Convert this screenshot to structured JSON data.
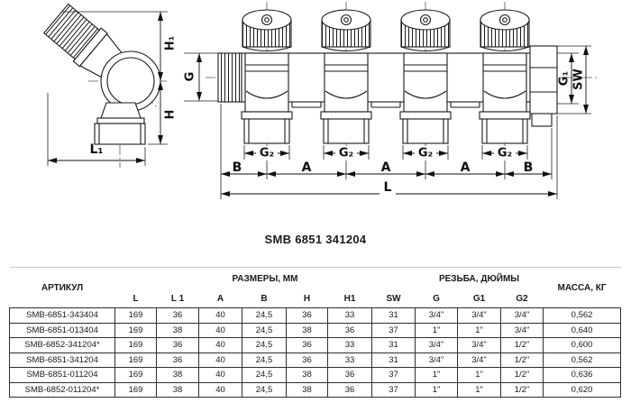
{
  "title": "SMB 6851 341204",
  "drawing": {
    "valve": {
      "dim_h1": "H₁",
      "dim_h": "H",
      "dim_l1": "L₁"
    },
    "manifold": {
      "dim_g": "G",
      "dim_g1": "G₁",
      "dim_sw": "SW",
      "outlets": [
        "G₂",
        "G₂",
        "G₂",
        "G₂"
      ],
      "dim_b_left": "B",
      "dim_a1": "A",
      "dim_a2": "A",
      "dim_a3": "A",
      "dim_b_right": "B",
      "dim_l": "L"
    }
  },
  "table": {
    "article_header": "АРТИКУЛ",
    "dims_group": "РАЗМЕРЫ, ММ",
    "thread_group": "РЕЗЬБА, ДЮЙМЫ",
    "mass_header": "МАССА, КГ",
    "dim_columns": [
      "L",
      "L 1",
      "A",
      "B",
      "H",
      "H1",
      "SW"
    ],
    "thread_columns": [
      "G",
      "G1",
      "G2"
    ],
    "rows": [
      {
        "article": "SMB-6851-343404",
        "L": "169",
        "L1": "36",
        "A": "40",
        "B": "24,5",
        "H": "36",
        "H1": "33",
        "SW": "31",
        "G": "3/4\"",
        "G1": "3/4\"",
        "G2": "3/4\"",
        "mass": "0,562"
      },
      {
        "article": "SMB-6851-013404",
        "L": "169",
        "L1": "38",
        "A": "40",
        "B": "24,5",
        "H": "38",
        "H1": "36",
        "SW": "37",
        "G": "1\"",
        "G1": "1\"",
        "G2": "3/4\"",
        "mass": "0,640"
      },
      {
        "article": "SMB-6852-341204*",
        "L": "169",
        "L1": "36",
        "A": "40",
        "B": "24,5",
        "H": "36",
        "H1": "33",
        "SW": "31",
        "G": "3/4\"",
        "G1": "3/4\"",
        "G2": "1/2\"",
        "mass": "0,600"
      },
      {
        "article": "SMB-6851-341204",
        "L": "169",
        "L1": "36",
        "A": "40",
        "B": "24,5",
        "H": "36",
        "H1": "33",
        "SW": "31",
        "G": "3/4\"",
        "G1": "3/4\"",
        "G2": "1/2\"",
        "mass": "0,562"
      },
      {
        "article": "SMB-6851-011204",
        "L": "169",
        "L1": "38",
        "A": "40",
        "B": "24,5",
        "H": "38",
        "H1": "36",
        "SW": "37",
        "G": "1\"",
        "G1": "1\"",
        "G2": "1/2\"",
        "mass": "0,636"
      },
      {
        "article": "SMB-6852-011204*",
        "L": "169",
        "L1": "38",
        "A": "40",
        "B": "24,5",
        "H": "38",
        "H1": "36",
        "SW": "37",
        "G": "1\"",
        "G1": "1\"",
        "G2": "1/2\"",
        "mass": "0,620"
      }
    ]
  }
}
